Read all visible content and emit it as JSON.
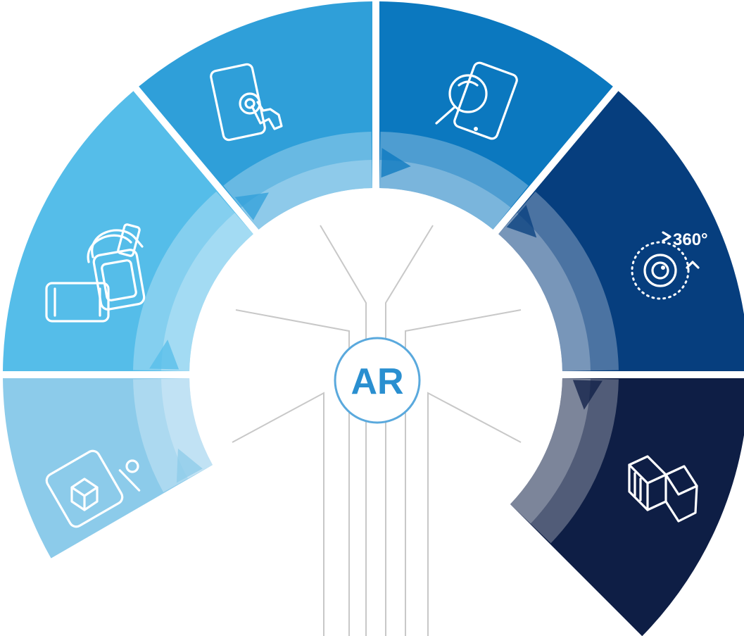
{
  "hub": {
    "label": "AR",
    "border_color": "#5aa9dd",
    "text_color": "#2a8fd0"
  },
  "segments": [
    {
      "id": "model-3d",
      "icon": "tablet-3d-cube-icon",
      "color": "#8ccbea"
    },
    {
      "id": "vr-headset",
      "icon": "vr-headset-phone-icon",
      "color": "#55bde9"
    },
    {
      "id": "touch",
      "icon": "phone-touch-icon",
      "color": "#2f9fd9"
    },
    {
      "id": "search",
      "icon": "phone-magnifier-icon",
      "color": "#0b78bf"
    },
    {
      "id": "view-360",
      "icon": "camera-360-icon",
      "color": "#063e7e",
      "badge": "360°"
    },
    {
      "id": "book",
      "icon": "open-book-icon",
      "color": "#0e1e45"
    }
  ]
}
